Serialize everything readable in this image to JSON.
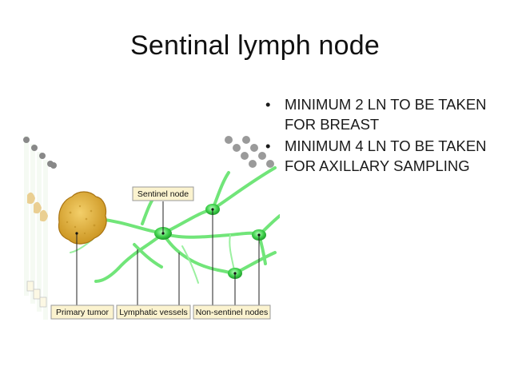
{
  "slide": {
    "title": "Sentinal lymph node",
    "bullets": [
      "MINIMUM 2 LN TO BE TAKEN FOR BREAST",
      "MINIMUM 4 LN TO BE TAKEN FOR AXILLARY SAMPLING"
    ],
    "bullet_glyph": "•"
  },
  "figure": {
    "labels": {
      "sentinel_node": "Sentinel node",
      "primary_tumor": "Primary tumor",
      "lymphatic_vessels": "Lymphatic vessels",
      "non_sentinel_nodes": "Non-sentinel nodes"
    },
    "colors": {
      "vessel": "#62e36b",
      "node": "#3fd14c",
      "tumor": "#e0b13a",
      "label_bg": "#fbf3cf",
      "label_border": "#9a9a9a"
    }
  }
}
